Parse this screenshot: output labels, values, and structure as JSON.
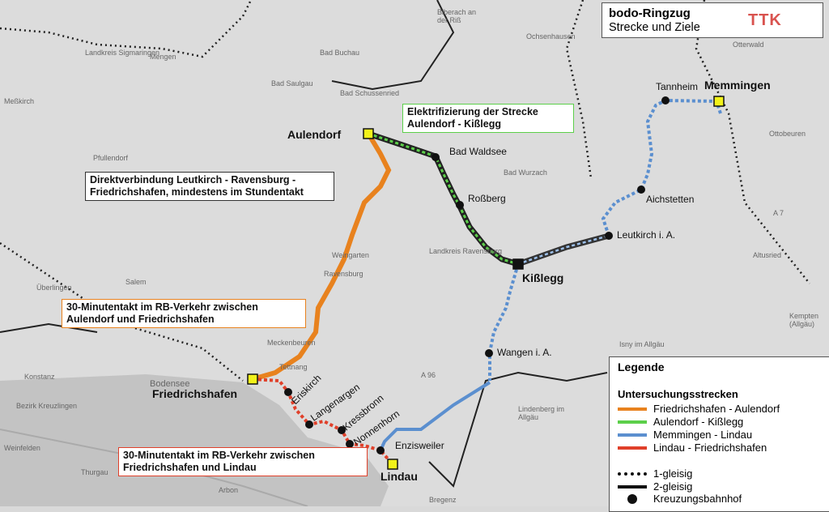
{
  "title": {
    "line1": "bodo-Ringzug",
    "line2": "Strecke und Ziele",
    "logo": "TTK"
  },
  "colors": {
    "orange": "#e8821e",
    "green": "#5ccf4a",
    "blue": "#5b8fcf",
    "red": "#e0402a",
    "station": "#f2f21a"
  },
  "cities": {
    "aulendorf": "Aulendorf",
    "kisslegg": "Kißlegg",
    "memmingen": "Memmingen",
    "friedrichshafen": "Friedrichshafen",
    "lindau": "Lindau"
  },
  "stations": {
    "bad_waldsee": "Bad Waldsee",
    "rossberg": "Roßberg",
    "leutkirch": "Leutkirch i. A.",
    "aichstetten": "Aichstetten",
    "tannheim": "Tannheim",
    "wangen": "Wangen i. A.",
    "enzisweiler": "Enzisweiler",
    "eriskirch": "Eriskirch",
    "langenargen": "Langenargen",
    "kressbronn": "Kressbronn",
    "nonnenhorn": "Nonnenhorn"
  },
  "callouts": {
    "elektrifizierung": "Elektrifizierung der Strecke Aulendorf - Kißlegg",
    "direkt": "Direktverbindung Leutkirch - Ravensburg - Friedrichshafen, mindestens im Stundentakt",
    "takt_fn": "30-Minutentakt im RB-Verkehr zwischen Aulendorf und Friedrichshafen",
    "takt_li": "30-Minutentakt im RB-Verkehr zwischen Friedrichshafen und Lindau"
  },
  "background_labels": {
    "biberach": "Biberach an der Riß",
    "ochsenhausen": "Ochsenhausen",
    "bad_buchau": "Bad Buchau",
    "bad_saulgau": "Bad Saulgau",
    "bad_schussenried": "Bad Schussenried",
    "sigmaringen": "Landkreis Sigmaringen",
    "mengen": "Mengen",
    "messkirch": "Meßkirch",
    "pfullendorf": "Pfullendorf",
    "salem": "Salem",
    "ueberlingen": "Überlingen",
    "weingarten": "Weingarten",
    "ravensburg": "Ravensburg",
    "lk_ravensburg": "Landkreis Ravensburg",
    "meckenbeuren": "Meckenbeuren",
    "tettnang": "Tettnang",
    "bodensee": "Bodensee",
    "konstanz": "Konstanz",
    "kreuzlingen": "Bezirk Kreuzlingen",
    "weinfelden": "Weinfelden",
    "thurgau": "Thurgau",
    "arbon": "Arbon",
    "bregenz": "Bregenz",
    "a96": "A 96",
    "a7": "A 7",
    "isny": "Isny im Allgäu",
    "lindenberg": "Lindenberg im Allgäu",
    "ottobeuren": "Ottobeuren",
    "altusried": "Altusried",
    "kempten": "Kempten (Allgäu)",
    "otterwald": "Otterwald",
    "bad_wurzach": "Bad Wurzach"
  },
  "legend": {
    "title": "Legende",
    "subtitle": "Untersuchungsstrecken",
    "items": [
      "Friedrichshafen - Aulendorf",
      "Aulendorf - Kißlegg",
      "Memmingen - Lindau",
      "Lindau - Friedrichshafen"
    ],
    "track1": "1-gleisig",
    "track2": "2-gleisig",
    "crossing": "Kreuzungsbahnhof"
  }
}
